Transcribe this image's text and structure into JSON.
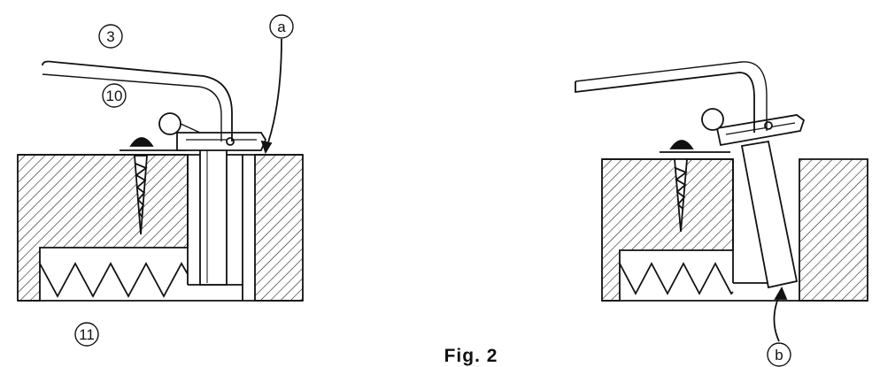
{
  "labels": {
    "part_3": "3",
    "part_10": "10",
    "part_11": "11",
    "point_a": "a",
    "point_b": "b"
  },
  "caption": "Fig. 2",
  "colors": {
    "ink": "#111111",
    "paper": "#ffffff"
  }
}
